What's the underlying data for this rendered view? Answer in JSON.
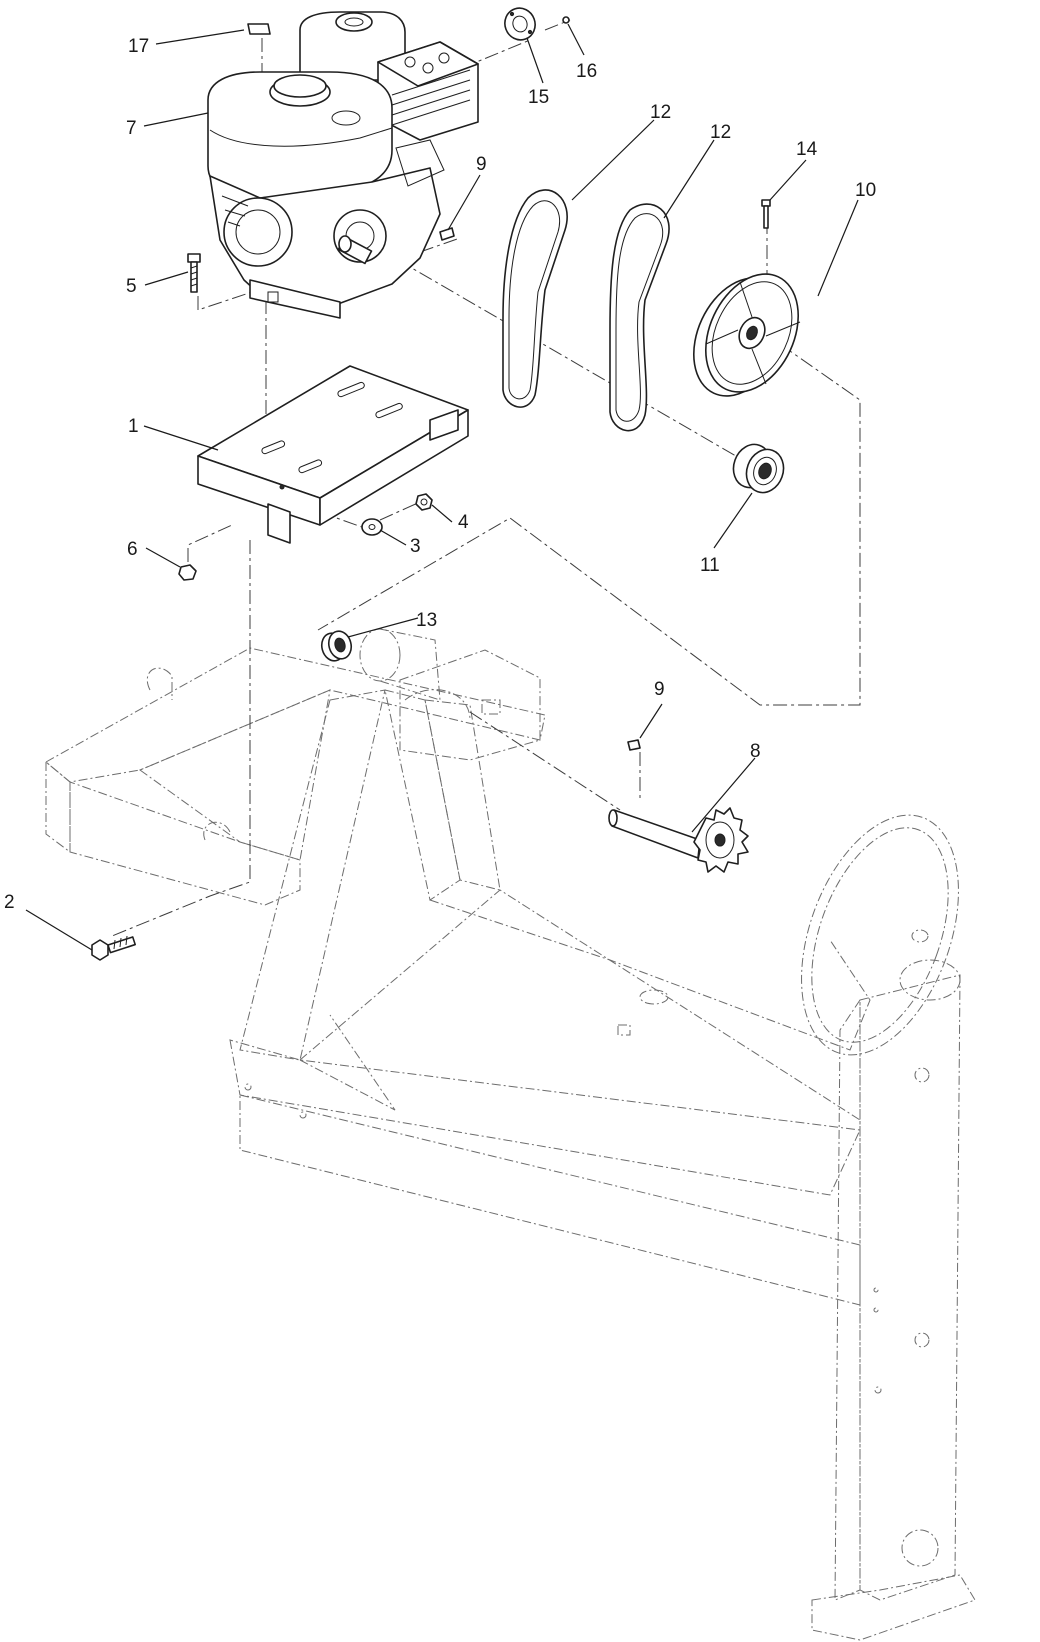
{
  "callouts": {
    "c1": "1",
    "c2": "2",
    "c3": "3",
    "c4": "4",
    "c5": "5",
    "c6": "6",
    "c7": "7",
    "c8": "8",
    "c9a": "9",
    "c9b": "9",
    "c10": "10",
    "c11": "11",
    "c12a": "12",
    "c12b": "12",
    "c13": "13",
    "c14": "14",
    "c15": "15",
    "c16": "16",
    "c17": "17"
  },
  "colors": {
    "line": "#1f1f1f",
    "ghost": "#6d6d6d",
    "background": "#ffffff"
  }
}
